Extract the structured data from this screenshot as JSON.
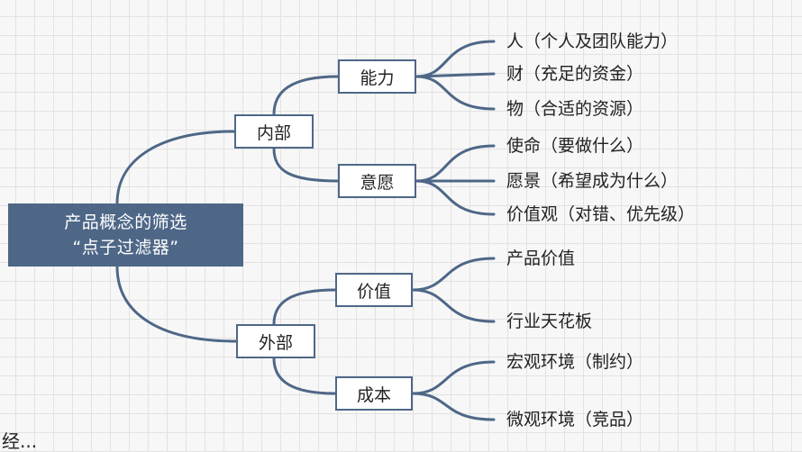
{
  "root": {
    "line1": "产品概念的筛选",
    "line2": "“点子过滤器”"
  },
  "branches": {
    "internal": {
      "label": "内部",
      "ability": {
        "label": "能力",
        "leaves": [
          "人（个人及团队能力）",
          "财（充足的资金）",
          "物（合适的资源）"
        ]
      },
      "willingness": {
        "label": "意愿",
        "leaves": [
          "使命（要做什么）",
          "愿景（希望成为什么）",
          "价值观（对错、优先级）"
        ]
      }
    },
    "external": {
      "label": "外部",
      "value": {
        "label": "价值",
        "leaves": [
          "产品价值",
          "行业天花板"
        ]
      },
      "cost": {
        "label": "成本",
        "leaves": [
          "宏观环境（制约）",
          "微观环境（竞品）"
        ]
      }
    }
  },
  "bottom_partial_text": "经...",
  "colors": {
    "node_fill": "#4e6787",
    "line": "#4e6787",
    "grid": "#e2e2e2",
    "background": "#f7f7f7"
  }
}
